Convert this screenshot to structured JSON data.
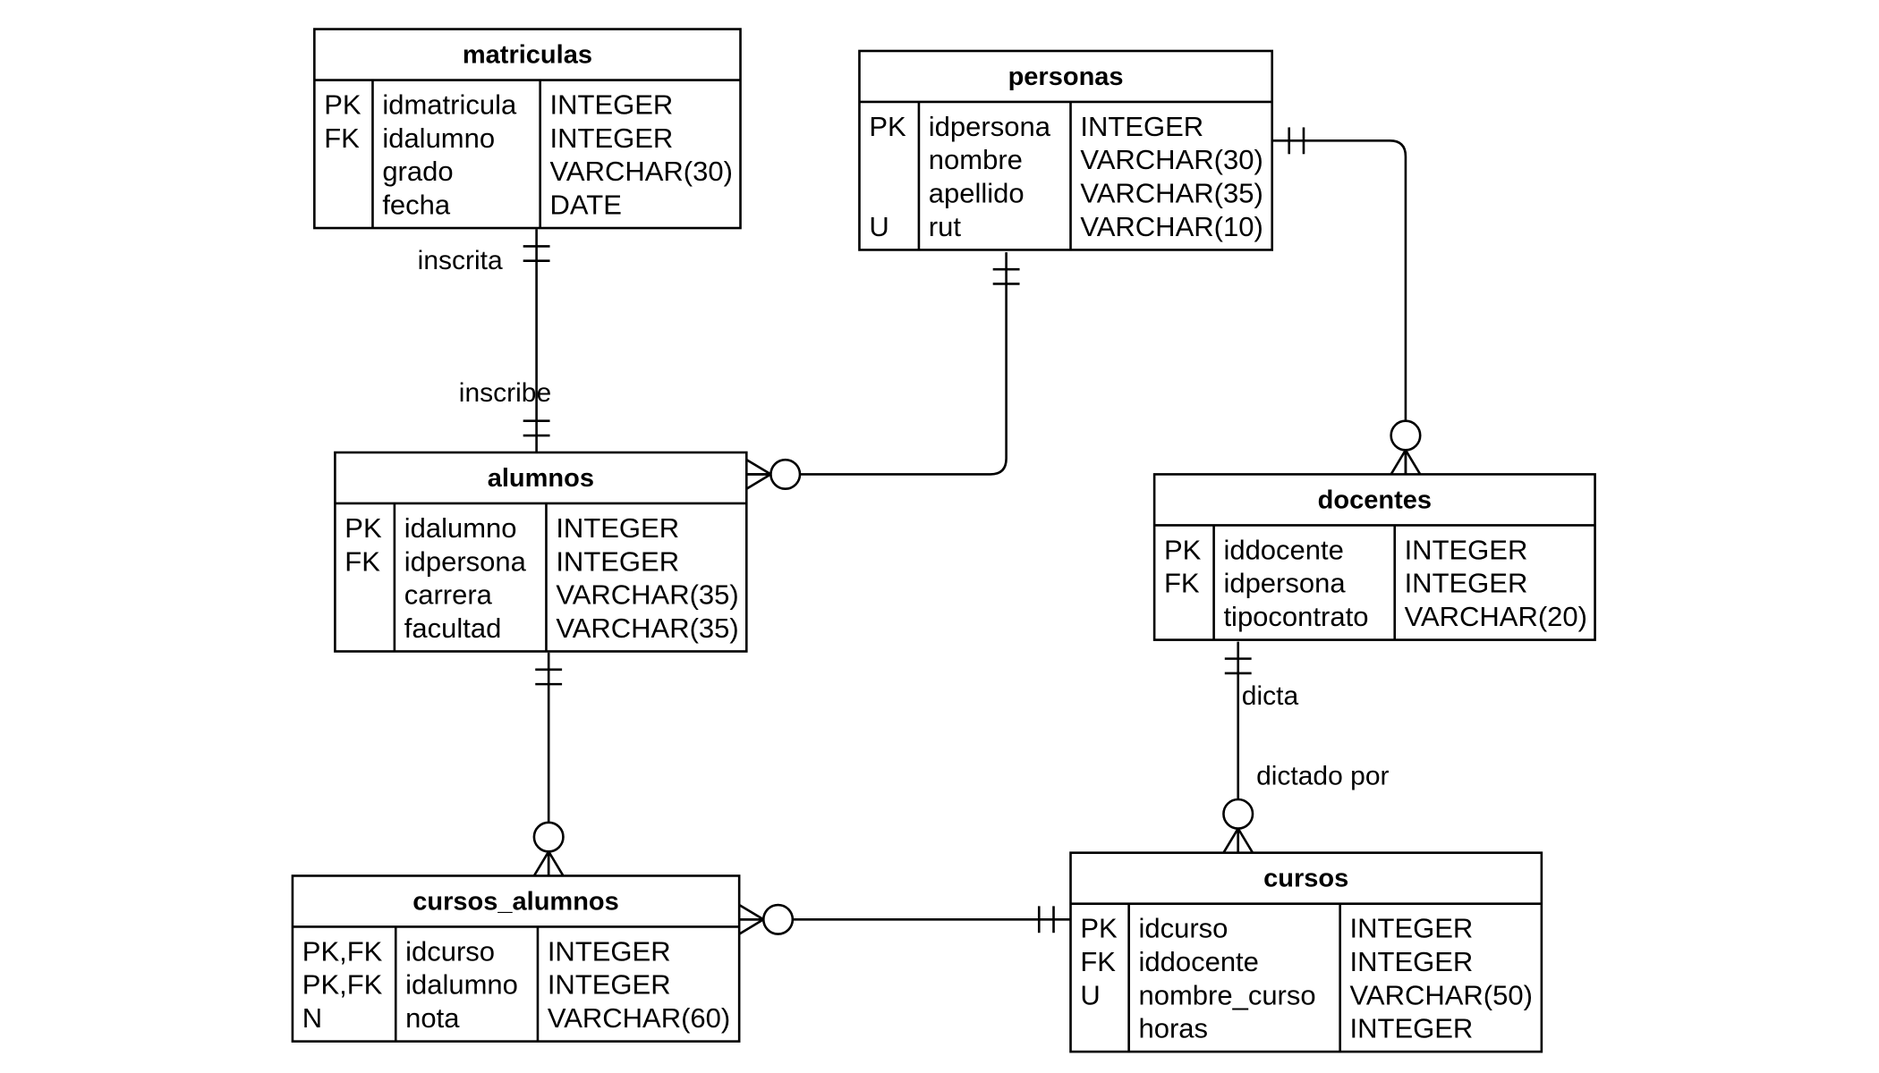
{
  "tables": [
    {
      "id": "matriculas",
      "name": "matriculas",
      "rows": [
        {
          "key": "PK",
          "column": "idmatricula",
          "type": "INTEGER"
        },
        {
          "key": "FK",
          "column": "idalumno",
          "type": "INTEGER"
        },
        {
          "key": "",
          "column": "grado",
          "type": "VARCHAR(30)"
        },
        {
          "key": "",
          "column": "fecha",
          "type": "DATE"
        }
      ]
    },
    {
      "id": "personas",
      "name": "personas",
      "rows": [
        {
          "key": "PK",
          "column": "idpersona",
          "type": "INTEGER"
        },
        {
          "key": "",
          "column": "nombre",
          "type": "VARCHAR(30)"
        },
        {
          "key": "",
          "column": "apellido",
          "type": "VARCHAR(35)"
        },
        {
          "key": "U",
          "column": "rut",
          "type": "VARCHAR(10)"
        }
      ]
    },
    {
      "id": "alumnos",
      "name": "alumnos",
      "rows": [
        {
          "key": "PK",
          "column": "idalumno",
          "type": "INTEGER"
        },
        {
          "key": "FK",
          "column": "idpersona",
          "type": "INTEGER"
        },
        {
          "key": "",
          "column": "carrera",
          "type": "VARCHAR(35)"
        },
        {
          "key": "",
          "column": "facultad",
          "type": "VARCHAR(35)"
        }
      ]
    },
    {
      "id": "docentes",
      "name": "docentes",
      "rows": [
        {
          "key": "PK",
          "column": "iddocente",
          "type": "INTEGER"
        },
        {
          "key": "FK",
          "column": "idpersona",
          "type": "INTEGER"
        },
        {
          "key": "",
          "column": "tipocontrato",
          "type": "VARCHAR(20)"
        }
      ]
    },
    {
      "id": "cursos_alumnos",
      "name": "cursos_alumnos",
      "rows": [
        {
          "key": "PK,FK",
          "column": "idcurso",
          "type": "INTEGER"
        },
        {
          "key": "PK,FK",
          "column": "idalumno",
          "type": "INTEGER"
        },
        {
          "key": "N",
          "column": "nota",
          "type": "VARCHAR(60)"
        }
      ]
    },
    {
      "id": "cursos",
      "name": "cursos",
      "rows": [
        {
          "key": "PK",
          "column": "idcurso",
          "type": "INTEGER"
        },
        {
          "key": "FK",
          "column": "iddocente",
          "type": "INTEGER"
        },
        {
          "key": "U",
          "column": "nombre_curso",
          "type": "VARCHAR(50)"
        },
        {
          "key": "",
          "column": "horas",
          "type": "INTEGER"
        }
      ]
    }
  ],
  "relationships": [
    {
      "id": "matriculas-alumnos",
      "from": "matriculas",
      "to": "alumnos",
      "from_cardinality": "one-and-only-one",
      "to_cardinality": "one-and-only-one",
      "from_label": "inscrita",
      "to_label": "inscribe"
    },
    {
      "id": "personas-alumnos",
      "from": "personas",
      "to": "alumnos",
      "from_cardinality": "one-and-only-one",
      "to_cardinality": "zero-or-many",
      "from_label": "",
      "to_label": ""
    },
    {
      "id": "personas-docentes",
      "from": "personas",
      "to": "docentes",
      "from_cardinality": "one-and-only-one",
      "to_cardinality": "zero-or-many",
      "from_label": "",
      "to_label": ""
    },
    {
      "id": "alumnos-cursos_alumnos",
      "from": "alumnos",
      "to": "cursos_alumnos",
      "from_cardinality": "one-and-only-one",
      "to_cardinality": "zero-or-many",
      "from_label": "",
      "to_label": ""
    },
    {
      "id": "docentes-cursos",
      "from": "docentes",
      "to": "cursos",
      "from_cardinality": "one-and-only-one",
      "to_cardinality": "zero-or-many",
      "from_label": "dicta",
      "to_label": "dictado por"
    },
    {
      "id": "cursos-cursos_alumnos",
      "from": "cursos",
      "to": "cursos_alumnos",
      "from_cardinality": "one-and-only-one",
      "to_cardinality": "zero-or-many",
      "from_label": "",
      "to_label": ""
    }
  ]
}
